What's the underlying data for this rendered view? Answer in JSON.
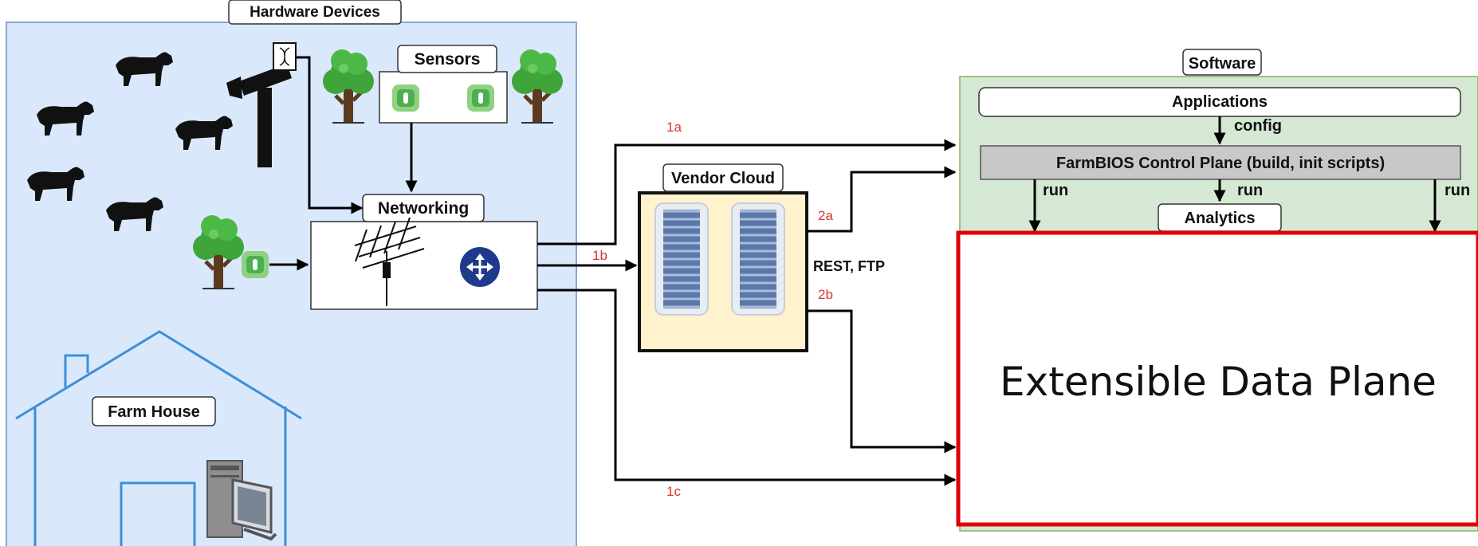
{
  "hardware": {
    "title": "Hardware Devices"
  },
  "sensors": {
    "title": "Sensors"
  },
  "networking": {
    "title": "Networking"
  },
  "farm_house": {
    "title": "Farm House"
  },
  "vendor_cloud": {
    "title": "Vendor Cloud"
  },
  "software": {
    "title": "Software",
    "applications": "Applications",
    "config": "config",
    "control_plane": "FarmBIOS Control Plane (build, init scripts)",
    "run_label": "run",
    "analytics": "Analytics",
    "data_plane": "Extensible Data Plane"
  },
  "edges": {
    "e1a": "1a",
    "e1b": "1b",
    "e1c": "1c",
    "e2a": "2a",
    "e2b": "2b",
    "protocols": "REST, FTP"
  },
  "colors": {
    "hardware_bg": "#dae8fc",
    "software_bg": "#d5e8d4",
    "cloud_bg": "#fff2cc",
    "control_plane_bg": "#c8c8c8",
    "data_plane_border": "#e00000",
    "edge_label": "#d9342b",
    "house_stroke": "#3d8fd6",
    "sensor_green": "#7cc26a",
    "router_blue": "#1e3a8a"
  }
}
